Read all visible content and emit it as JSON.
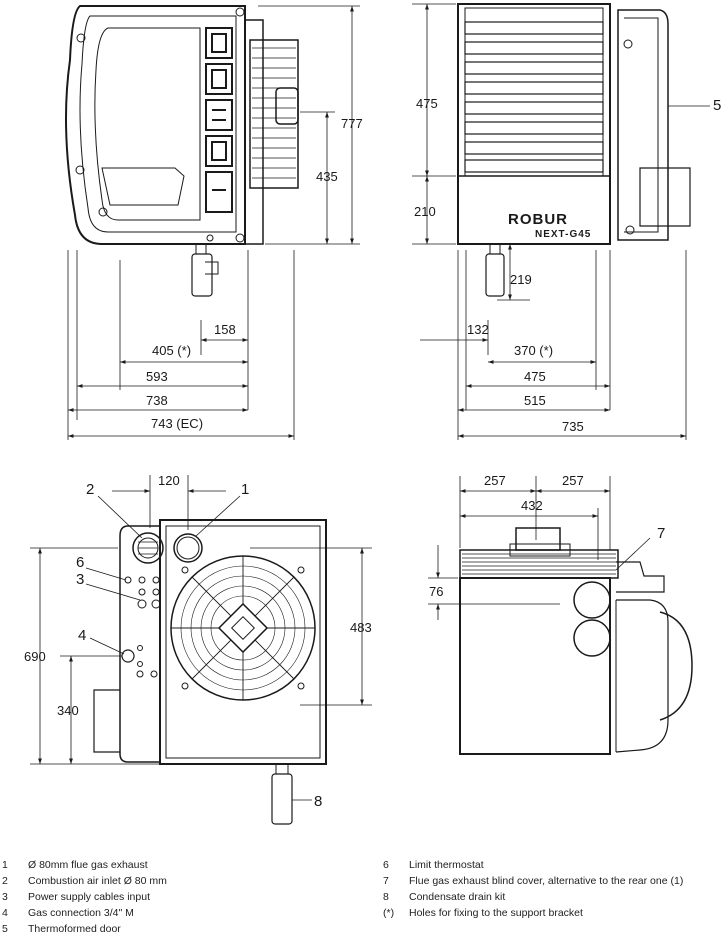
{
  "dimensions": {
    "d777": "777",
    "d435": "435",
    "d475": "475",
    "d210": "210",
    "d219": "219",
    "d158": "158",
    "d405": "405 (*)",
    "d593": "593",
    "d738": "738",
    "d743": "743 (EC)",
    "d132": "132",
    "d370": "370 (*)",
    "d475b": "475",
    "d515": "515",
    "d735": "735",
    "d120": "120",
    "d690": "690",
    "d340": "340",
    "d483": "483",
    "d257a": "257",
    "d257b": "257",
    "d432": "432",
    "d76": "76"
  },
  "callouts": {
    "c1": "1",
    "c2": "2",
    "c3": "3",
    "c4": "4",
    "c5": "5",
    "c6": "6",
    "c7": "7",
    "c8": "8"
  },
  "branding": {
    "logo": "ROBUR",
    "model": "NEXT-G45"
  },
  "legend": {
    "left": [
      {
        "num": "1",
        "text": "Ø 80mm flue gas exhaust"
      },
      {
        "num": "2",
        "text": "Combustion air inlet Ø 80 mm"
      },
      {
        "num": "3",
        "text": "Power supply cables input"
      },
      {
        "num": "4",
        "text": "Gas connection 3/4\" M"
      },
      {
        "num": "5",
        "text": "Thermoformed door"
      }
    ],
    "right": [
      {
        "num": "6",
        "text": "Limit thermostat"
      },
      {
        "num": "7",
        "text": "Flue gas exhaust blind cover, alternative to the rear one (1)"
      },
      {
        "num": "8",
        "text": "Condensate drain kit"
      },
      {
        "num": "(*)",
        "text": "Holes for fixing to the support bracket"
      }
    ]
  }
}
